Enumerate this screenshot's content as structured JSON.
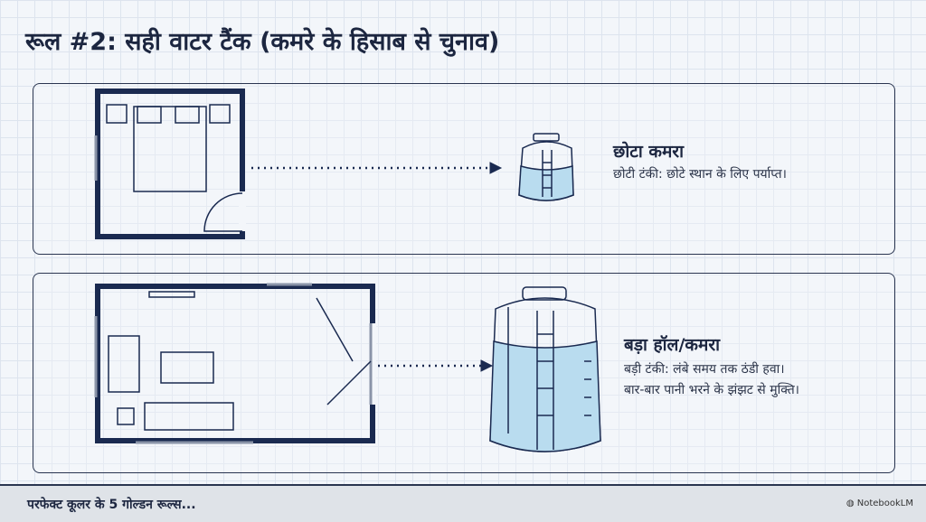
{
  "title": "रूल #2: सही वाटर टैंक (कमरे के हिसाब से चुनाव)",
  "small": {
    "heading": "छोटा कमरा",
    "text": "छोटी टंकी: छोटे स्थान के लिए पर्याप्त।"
  },
  "large": {
    "heading": "बड़ा हॉल/कमरा",
    "line1": "बड़ी टंकी: लंबे समय तक ठंडी हवा।",
    "line2": "बार-बार पानी भरने के झंझट से मुक्ति।"
  },
  "footer": {
    "text": "परफेक्ट कूलर के 5 गोल्डन रूल्स...",
    "brand": "NotebookLM"
  },
  "colors": {
    "navy": "#1a2a50",
    "water": "#b9dcef"
  }
}
